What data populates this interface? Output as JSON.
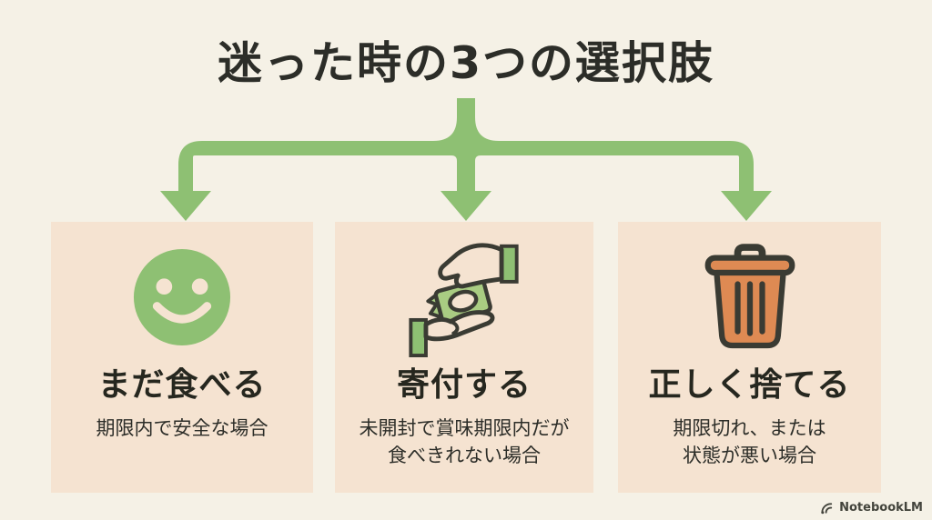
{
  "page": {
    "title": "迷った時の3つの選択肢",
    "background_color": "#F5F1E6",
    "card_color": "#F5E3D1",
    "text_color": "#2C2D28",
    "accent_green": "#8EC073"
  },
  "options": [
    {
      "icon": "smiley-face-icon",
      "title": "まだ食べる",
      "description_lines": [
        "期限内で安全な場合"
      ]
    },
    {
      "icon": "hands-giving-food-icon",
      "title": "寄付する",
      "description_lines": [
        "未開封で賞味期限内だが",
        "食べきれない場合"
      ]
    },
    {
      "icon": "trash-can-icon",
      "title": "正しく捨てる",
      "description_lines": [
        "期限切れ、または",
        "状態が悪い場合"
      ]
    }
  ],
  "icon_colors": {
    "smiley_green": "#8EC073",
    "candy_green": "#A9CC82",
    "trash_orange": "#DE8A53",
    "outline_dark": "#3A3B33"
  },
  "footer": {
    "brand": "NotebookLM"
  }
}
